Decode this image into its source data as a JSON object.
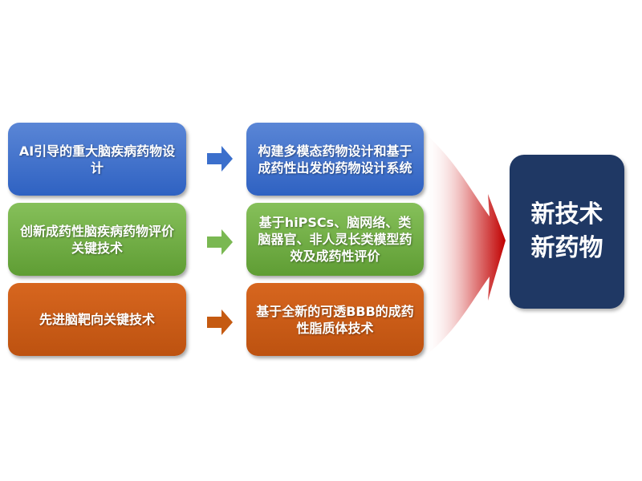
{
  "rows": [
    {
      "left": "AI引导的重大脑疾病药物设计",
      "middle": "构建多模态药物设计和基于成药性出发的药物设计系统",
      "color": "#3b6fcc",
      "arrow": "arrow-right-icon"
    },
    {
      "left": "创新成药性脑疾病药物评价关键技术",
      "middle": "基于hiPSCs、脑网络、类脑器官、非人灵长类模型药效及成药性评价",
      "color": "#70ad47",
      "arrow": "arrow-right-icon"
    },
    {
      "left": "先进脑靶向关键技术",
      "middle": "基于全新的可透BBB的成药性脂质体技术",
      "color": "#c55a11",
      "arrow": "arrow-right-icon"
    }
  ],
  "target": {
    "line1": "新技术",
    "line2": "新药物",
    "color": "#1f3864"
  },
  "funnel_color": "#c00000"
}
